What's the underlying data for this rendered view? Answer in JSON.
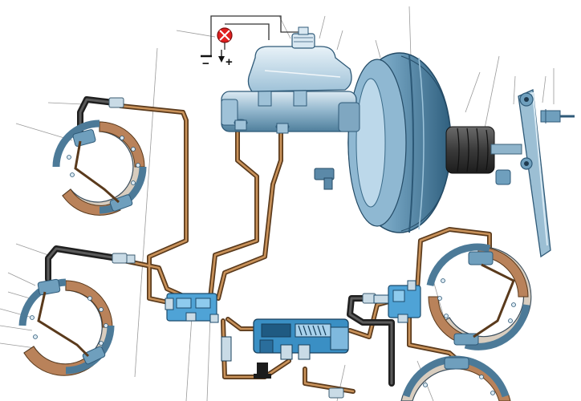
{
  "diagram": {
    "warning_lamp": {
      "minus_label": "−",
      "plus_label": "+"
    },
    "colors": {
      "pipe_outer": "#5a3a1c",
      "pipe_inner": "#c08a52",
      "hose": "#2b2b2b",
      "metal_blue": "#6f9fbd",
      "metal_dark": "#3e6f8e",
      "metal_light": "#cfe3ef",
      "lamp_red": "#e02020",
      "leader": "#999999",
      "regulator": "#3a8fc4",
      "lining": "#b9825a"
    },
    "components": [
      "master-cylinder",
      "reservoir",
      "vacuum-booster",
      "brake-pedal",
      "pressure-regulator",
      "distribution-block-left",
      "distribution-block-right",
      "front-left-shoe",
      "rear-left-shoe",
      "front-right-shoe",
      "rear-right-shoe",
      "warning-lamp",
      "brake-light-switch"
    ]
  }
}
